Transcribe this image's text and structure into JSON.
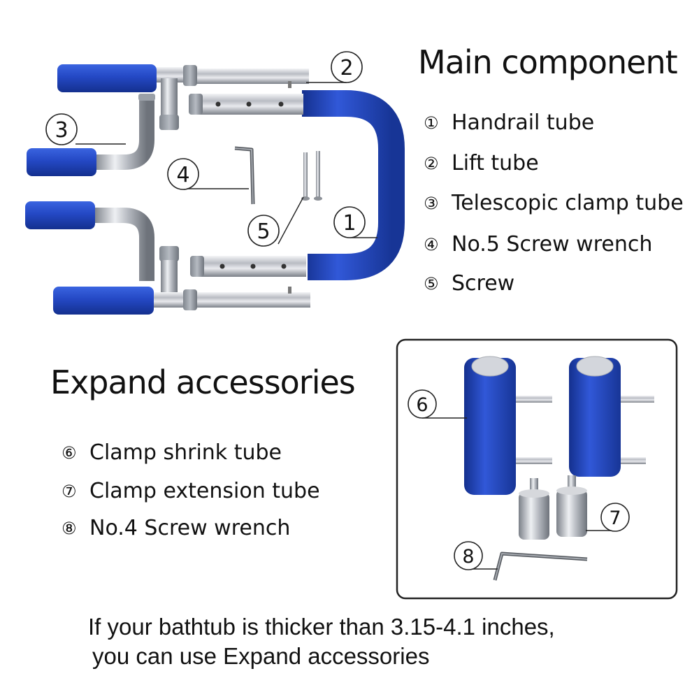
{
  "main_component": {
    "title": "Main component",
    "items": [
      {
        "num": "①",
        "label": "Handrail tube"
      },
      {
        "num": "②",
        "label": "Lift  tube"
      },
      {
        "num": "③",
        "label": "Telescopic clamp tube"
      },
      {
        "num": "④",
        "label": "No.5 Screw wrench"
      },
      {
        "num": "⑤",
        "label": "Screw"
      }
    ]
  },
  "expand_accessories": {
    "title": "Expand accessories",
    "items": [
      {
        "num": "⑥",
        "label": "Clamp  shrink tube"
      },
      {
        "num": "⑦",
        "label": "Clamp extension tube"
      },
      {
        "num": "⑧",
        "label": "No.4 Screw wrench"
      }
    ]
  },
  "callouts": {
    "c1": "1",
    "c2": "2",
    "c3": "3",
    "c4": "4",
    "c5": "5",
    "c6": "6",
    "c7": "7",
    "c8": "8"
  },
  "footer": {
    "line1": "If your bathtub is thicker than 3.15-4.1 inches,",
    "line2": "you can use Expand accessories"
  },
  "colors": {
    "grip_blue": "#2448c4",
    "grip_dark": "#142e96",
    "steel": "#c9ccd2",
    "cap_gray": "#9aa0a8",
    "text": "#111111"
  }
}
